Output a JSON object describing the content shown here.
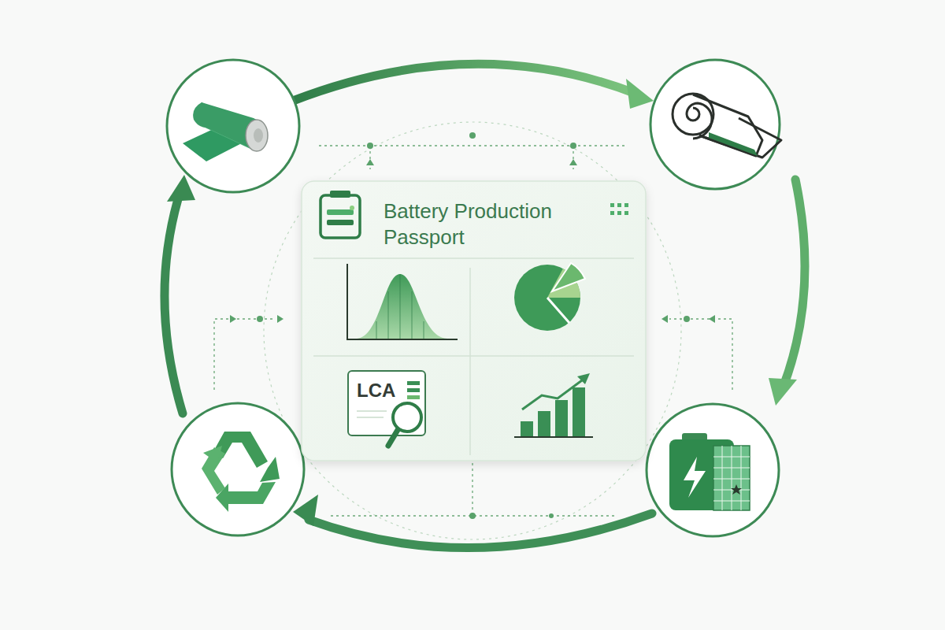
{
  "diagram": {
    "nodes": [
      {
        "text": [
          "Battery Production Passport"
        ]
      },
      {
        "text": [
          "LCA"
        ],
        "in": 0
      }
    ]
  }
}
